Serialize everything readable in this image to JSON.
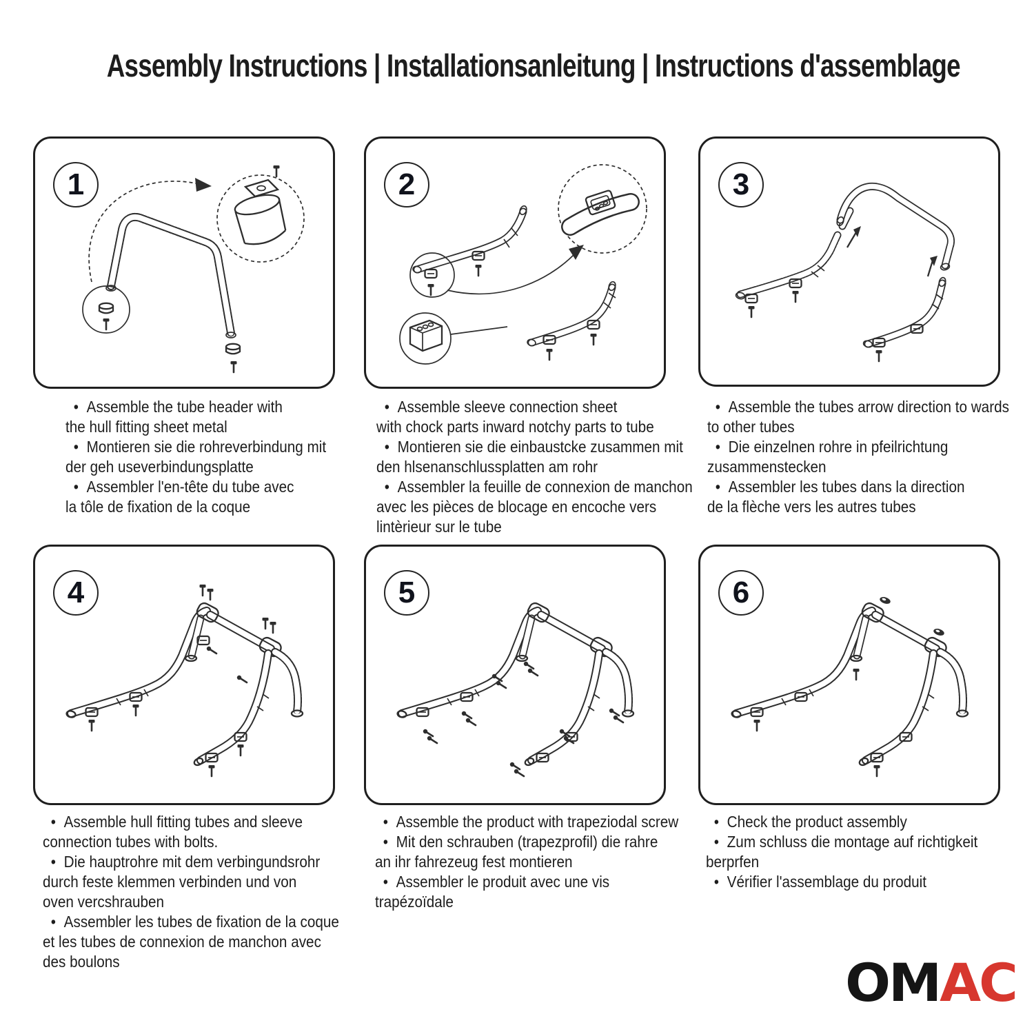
{
  "title": "Assembly Instructions | Installationsanleitung | Instructions d'assemblage",
  "bullet_glyph": "•",
  "steps": [
    {
      "number": "1",
      "lines": [
        {
          "indent": true,
          "text": "Assemble the tube header with"
        },
        {
          "indent": false,
          "text": "the hull fitting sheet metal"
        },
        {
          "indent": true,
          "text": "Montieren sie die rohreverbindung mit"
        },
        {
          "indent": false,
          "text": "der geh useverbindungsplatte"
        },
        {
          "indent": true,
          "text": "Assembler l'en-tête du tube avec"
        },
        {
          "indent": false,
          "text": "la tôle de fixation de la coque"
        }
      ]
    },
    {
      "number": "2",
      "lines": [
        {
          "indent": true,
          "text": "Assemble sleeve connection sheet"
        },
        {
          "indent": false,
          "text": "with chock parts inward notchy parts to tube"
        },
        {
          "indent": true,
          "text": "Montieren sie die einbaustcke zusammen mit"
        },
        {
          "indent": false,
          "text": "den hlsenanschlussplatten am rohr"
        },
        {
          "indent": true,
          "text": "Assembler la feuille de connexion de manchon"
        },
        {
          "indent": false,
          "text": "avec les pièces de blocage en encoche vers"
        },
        {
          "indent": false,
          "text": "lintèrieur sur le tube"
        }
      ]
    },
    {
      "number": "3",
      "lines": [
        {
          "indent": true,
          "text": "Assemble the tubes arrow direction to wards"
        },
        {
          "indent": false,
          "text": "to other tubes"
        },
        {
          "indent": true,
          "text": "Die einzelnen rohre in pfeilrichtung"
        },
        {
          "indent": false,
          "text": "zusammenstecken"
        },
        {
          "indent": true,
          "text": "Assembler les tubes dans la direction"
        },
        {
          "indent": false,
          "text": "de la flèche vers les autres tubes"
        }
      ]
    },
    {
      "number": "4",
      "lines": [
        {
          "indent": true,
          "text": "Assemble hull fitting tubes and sleeve"
        },
        {
          "indent": false,
          "text": "connection tubes with bolts."
        },
        {
          "indent": true,
          "text": "Die hauptrohre mit dem verbingundsrohr"
        },
        {
          "indent": false,
          "text": "durch feste klemmen verbinden und von"
        },
        {
          "indent": false,
          "text": "oven vercshrauben"
        },
        {
          "indent": true,
          "text": "Assembler les tubes de fixation de la coque"
        },
        {
          "indent": false,
          "text": "et les tubes de connexion de manchon avec"
        },
        {
          "indent": false,
          "text": "des boulons"
        }
      ]
    },
    {
      "number": "5",
      "lines": [
        {
          "indent": true,
          "text": "Assemble the product with trapeziodal screw"
        },
        {
          "indent": true,
          "text": "Mit den schrauben (trapezprofil) die rahre"
        },
        {
          "indent": false,
          "text": "an ihr fahrezeug fest montieren"
        },
        {
          "indent": true,
          "text": "Assembler le produit avec une vis"
        },
        {
          "indent": false,
          "text": "trapézoïdale"
        }
      ]
    },
    {
      "number": "6",
      "lines": [
        {
          "indent": true,
          "text": "Check the product assembly"
        },
        {
          "indent": true,
          "text": "Zum schluss die montage auf richtigkeit"
        },
        {
          "indent": false,
          "text": "berprfen"
        },
        {
          "indent": true,
          "text": "Vérifier l'assemblage du produit"
        }
      ]
    }
  ],
  "logo": {
    "black": "OM",
    "red_text": "AC",
    "red_color": "#d7372e"
  }
}
